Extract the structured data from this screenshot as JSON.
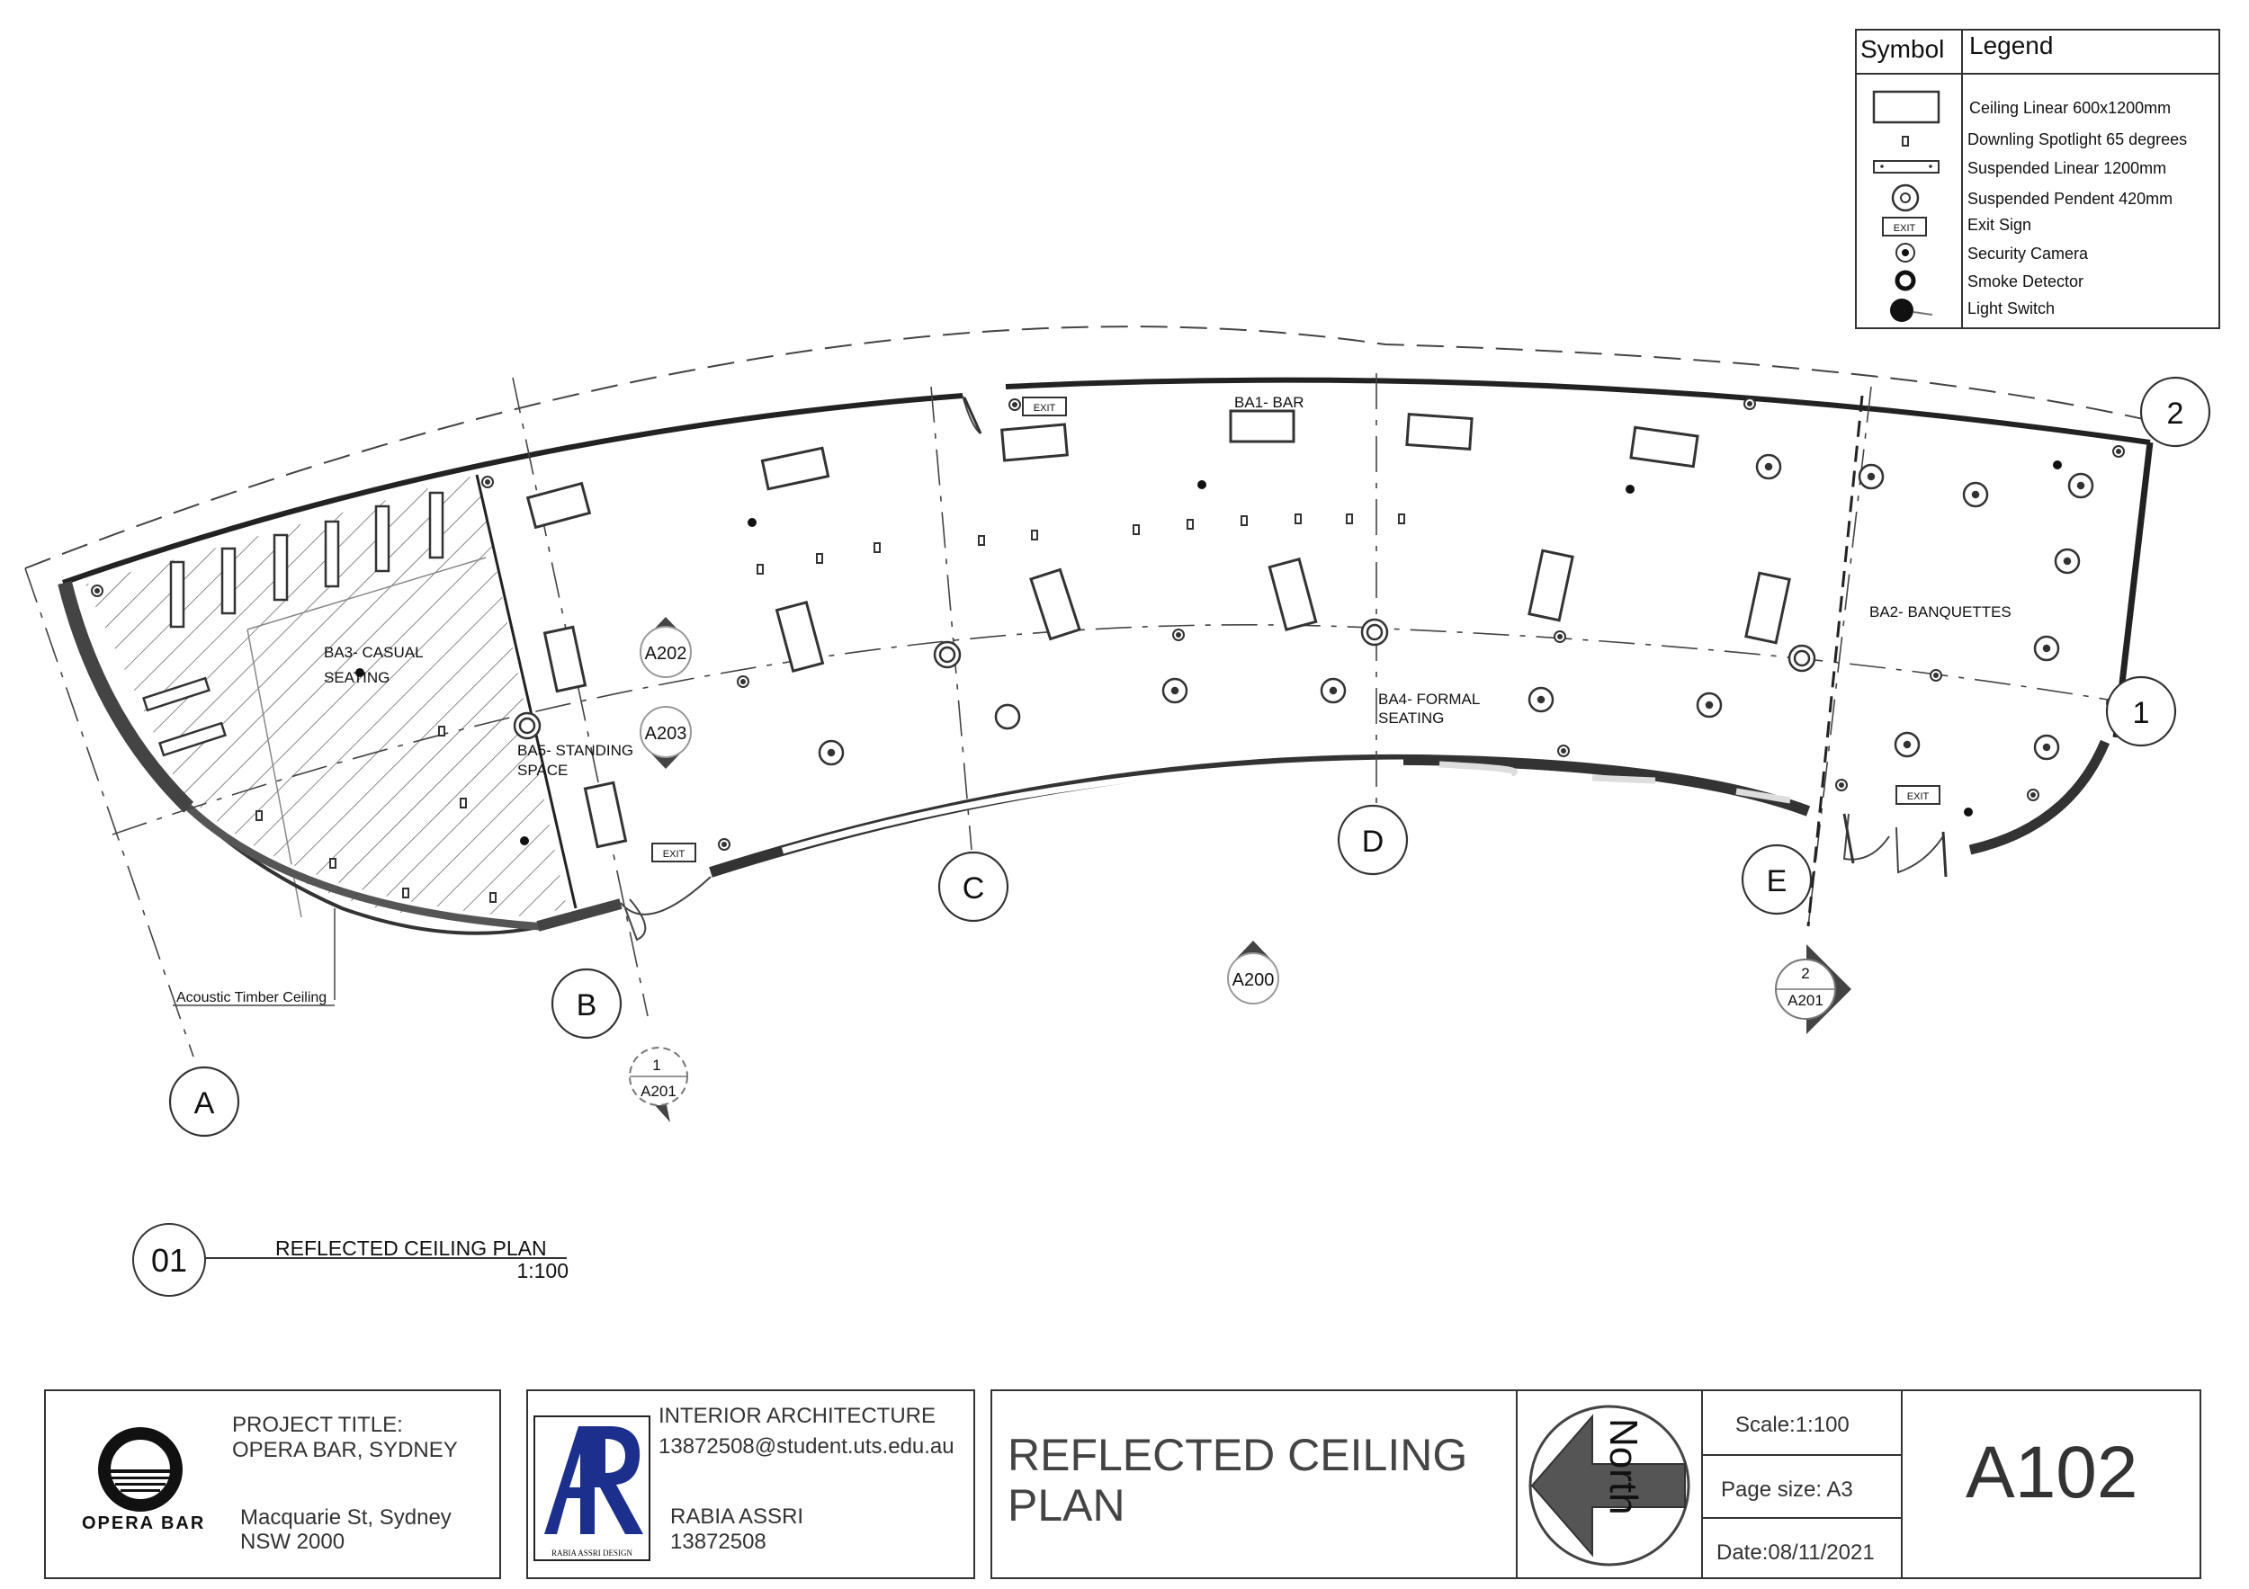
{
  "legend": {
    "symbol_header": "Symbol",
    "legend_header": "Legend",
    "items": [
      {
        "icon": "ceiling-linear",
        "label": "Ceiling Linear 600x1200mm"
      },
      {
        "icon": "downlight-spotlight",
        "label": "Downling Spotlight 65 degrees"
      },
      {
        "icon": "suspended-linear",
        "label": "Suspended Linear 1200mm"
      },
      {
        "icon": "suspended-pendent",
        "label": "Suspended Pendent 420mm"
      },
      {
        "icon": "exit-sign",
        "label": "Exit Sign",
        "icon_text": "EXIT"
      },
      {
        "icon": "security-camera",
        "label": "Security Camera"
      },
      {
        "icon": "smoke-detector",
        "label": "Smoke Detector"
      },
      {
        "icon": "light-switch",
        "label": "Light Switch"
      }
    ]
  },
  "plan": {
    "grid_labels": [
      "A",
      "B",
      "C",
      "D",
      "E",
      "1",
      "2"
    ],
    "rooms": {
      "bar": "BA1- BAR",
      "banquettes": "BA2- BANQUETTES",
      "casual_1": "BA3- CASUAL",
      "casual_2": "SEATING",
      "formal_1": "BA4- FORMAL",
      "formal_2": "SEATING",
      "standing_1": "BA5- STANDING",
      "standing_2": "SPACE"
    },
    "exit_sign": "EXIT",
    "section_markers": [
      "A202",
      "A203",
      "A200"
    ],
    "elevation_markers": [
      {
        "num": "1",
        "sheet": "A201"
      },
      {
        "num": "2",
        "sheet": "A201"
      }
    ],
    "acoustic_label": "Acoustic Timber Ceiling"
  },
  "drawing_title": {
    "number": "01",
    "title": "REFLECTED CEILING PLAN",
    "scale": "1:100"
  },
  "title_block": {
    "project_title_label": "PROJECT TITLE:",
    "project_name": "OPERA BAR, SYDNEY",
    "address_1": "Macquarie St, Sydney",
    "address_2": "NSW 2000",
    "logo_text": "OPERA BAR",
    "department": "INTERIOR ARCHITECTURE",
    "email": "13872508@student.uts.edu.au",
    "designer_name": "RABIA ASSRI",
    "designer_id": "13872508",
    "designer_logo_text": "RABIA ASSRI DESIGN",
    "sheet_title_1": "REFLECTED CEILING",
    "sheet_title_2": "PLAN",
    "north_label": "North",
    "scale": "Scale:1:100",
    "page_size": "Page size:  A3",
    "date": "Date:08/11/2021",
    "sheet_number": "A102"
  }
}
